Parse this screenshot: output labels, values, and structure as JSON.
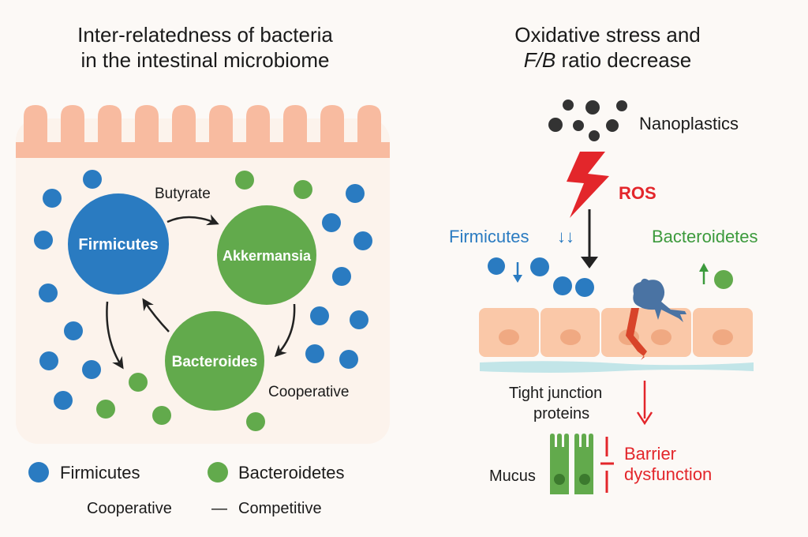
{
  "left_panel": {
    "title_line1": "Inter-relatedness of bacteria",
    "title_line2": "in the intestinal microbiome",
    "nodes": {
      "firmicutes": "Firmicutes",
      "akkermansia": "Akkermansia",
      "bacteroides": "Bacteroides"
    },
    "arrow_label_butyrate": "Butyrate",
    "relation_label": "Cooperative",
    "legend": {
      "firmicutes": "Firmicutes",
      "bacteroidetes": "Bacteroidetes",
      "cooperative": "Cooperative",
      "dash": "—",
      "competitive": "Competitive"
    }
  },
  "right_panel": {
    "title_line1": "Oxidative stress and",
    "title_line2_italic": "F/B",
    "title_line2_rest": " ratio decrease",
    "nanoplastics": "Nanoplastics",
    "ros": "ROS",
    "firmicutes": "Firmicutes",
    "firmicutes_arrows": "↓↓",
    "bacteroidetes": "Bacteroidetes",
    "tight_junction_line1": "Tight junction",
    "tight_junction_line2": "proteins",
    "mucus": "Mucus",
    "barrier_line1": "Barrier",
    "barrier_line2": "dysfunction"
  },
  "colors": {
    "firmicutes_blue": "#2a7bc1",
    "bacteroidetes_green": "#62aa4c",
    "ros_red": "#e3262b",
    "epithelium": "#f8bba0",
    "lumen_bg": "#fcf3ec"
  }
}
